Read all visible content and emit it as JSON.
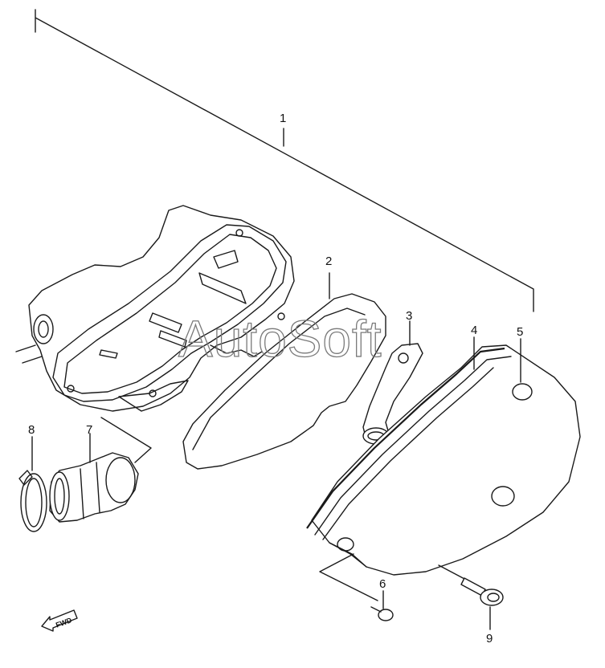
{
  "watermark": "AutoSoft",
  "fwd_label": "FWD",
  "callouts": {
    "c1": "1",
    "c2": "2",
    "c3": "3",
    "c4": "4",
    "c5": "5",
    "c6": "6",
    "c7": "7",
    "c8": "8",
    "c9": "9"
  }
}
